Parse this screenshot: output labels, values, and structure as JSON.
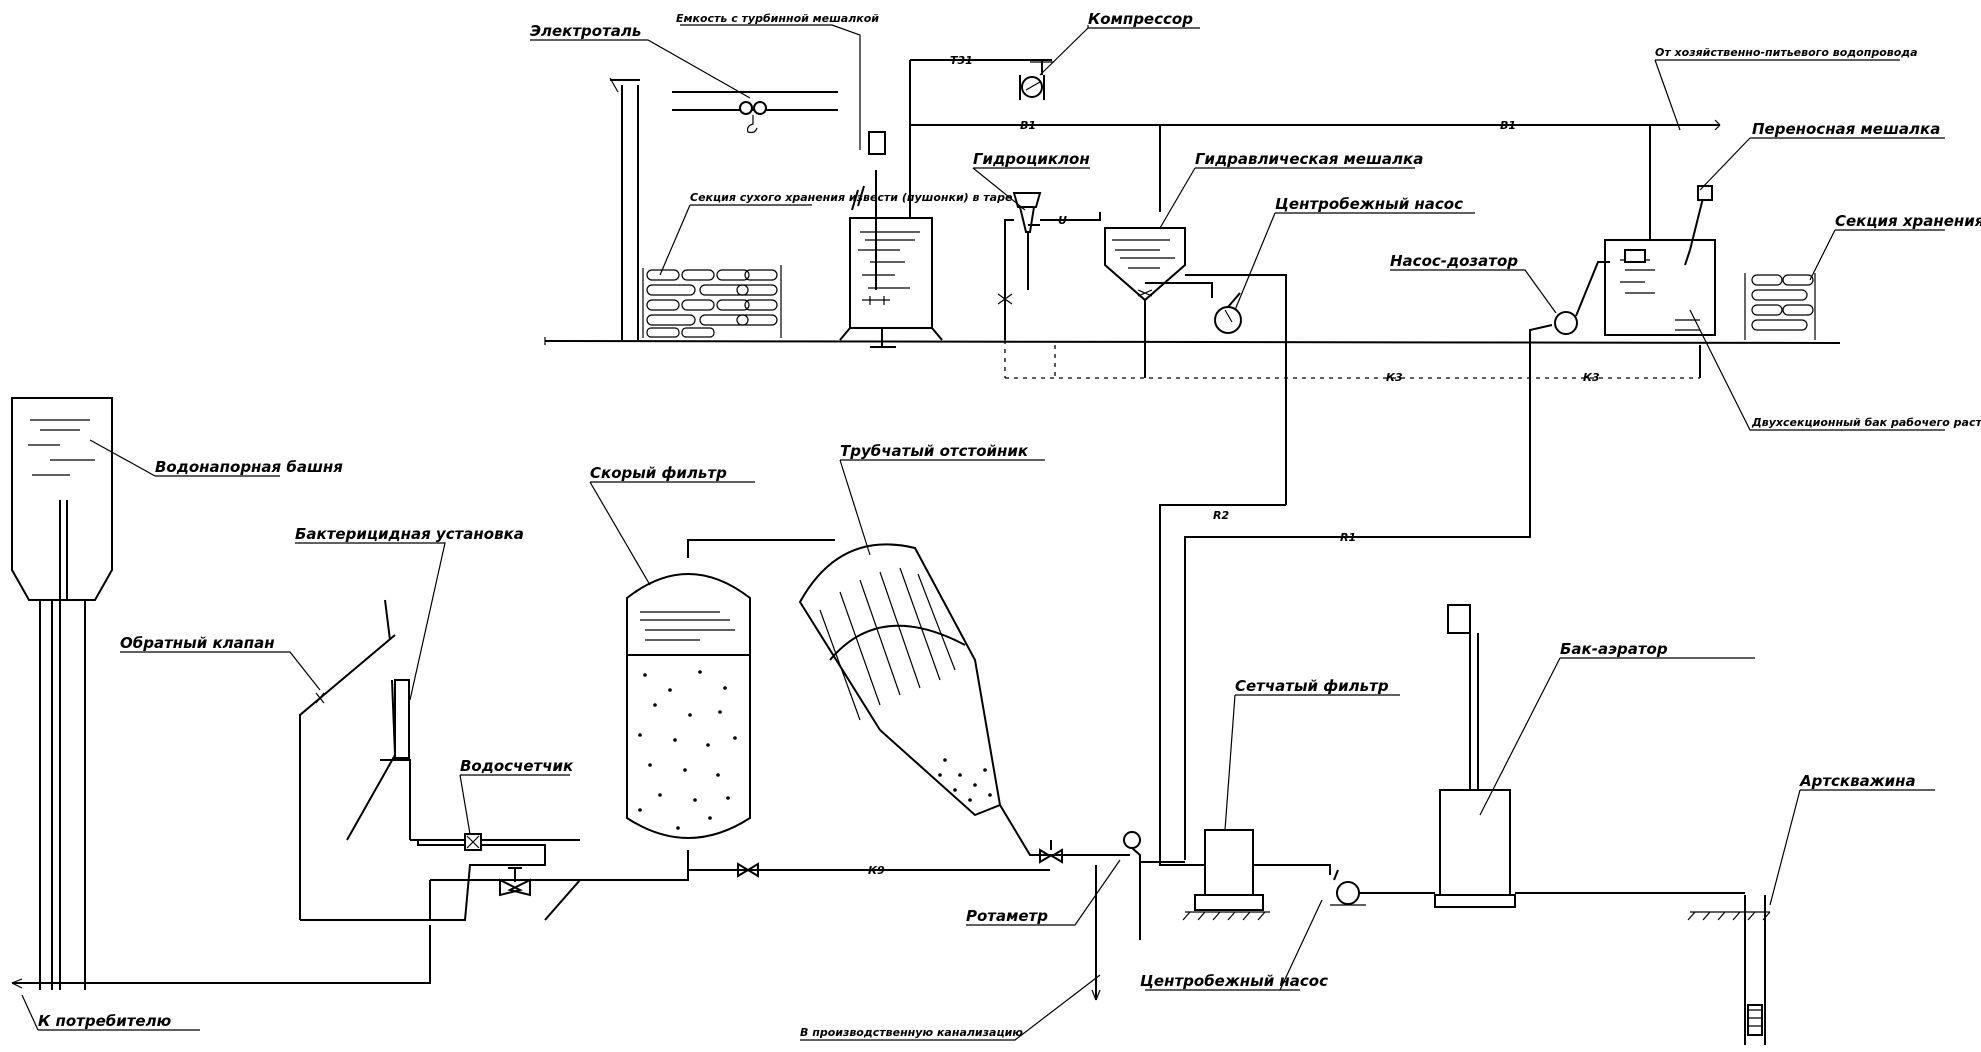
{
  "labels": {
    "electrotal": "Электроталь",
    "tank_turbine": "Емкость с турбинной мешалкой",
    "compressor": "Компрессор",
    "water_supply": "От хозяйственно-питьевого водопровода",
    "portable_mixer": "Переносная мешалка",
    "hydrocyclone": "Гидроциклон",
    "hydraulic_mixer": "Гидравлическая мешалка",
    "centrifugal_pump_top": "Центробежный насос",
    "dry_lime_storage": "Секция сухого хранения извести (пушонки) в таре",
    "soda_storage": "Секция хранения соды в таре",
    "dosing_pump": "Насос-дозатор",
    "soda_tank": "Двухсекционный бак рабочего раствора соды",
    "water_tower": "Водонапорная башня",
    "bactericidal": "Бактерицидная установка",
    "fast_filter": "Скорый фильтр",
    "tube_settler": "Трубчатый отстойник",
    "check_valve": "Обратный клапан",
    "water_meter": "Водосчетчик",
    "rotameter": "Ротаметр",
    "mesh_filter": "Сетчатый фильтр",
    "deaerator_tank": "Бак-аэратор",
    "well": "Артскважина",
    "centrifugal_pump_bottom": "Центробежный насос",
    "to_consumer": "К потребителю",
    "to_production": "В производственную канализацию"
  },
  "pipe_codes": {
    "t31": "Т31",
    "b1": "В1",
    "u": "U",
    "k3": "К3",
    "r1": "R1",
    "r2": "R2",
    "k9": "К9"
  }
}
